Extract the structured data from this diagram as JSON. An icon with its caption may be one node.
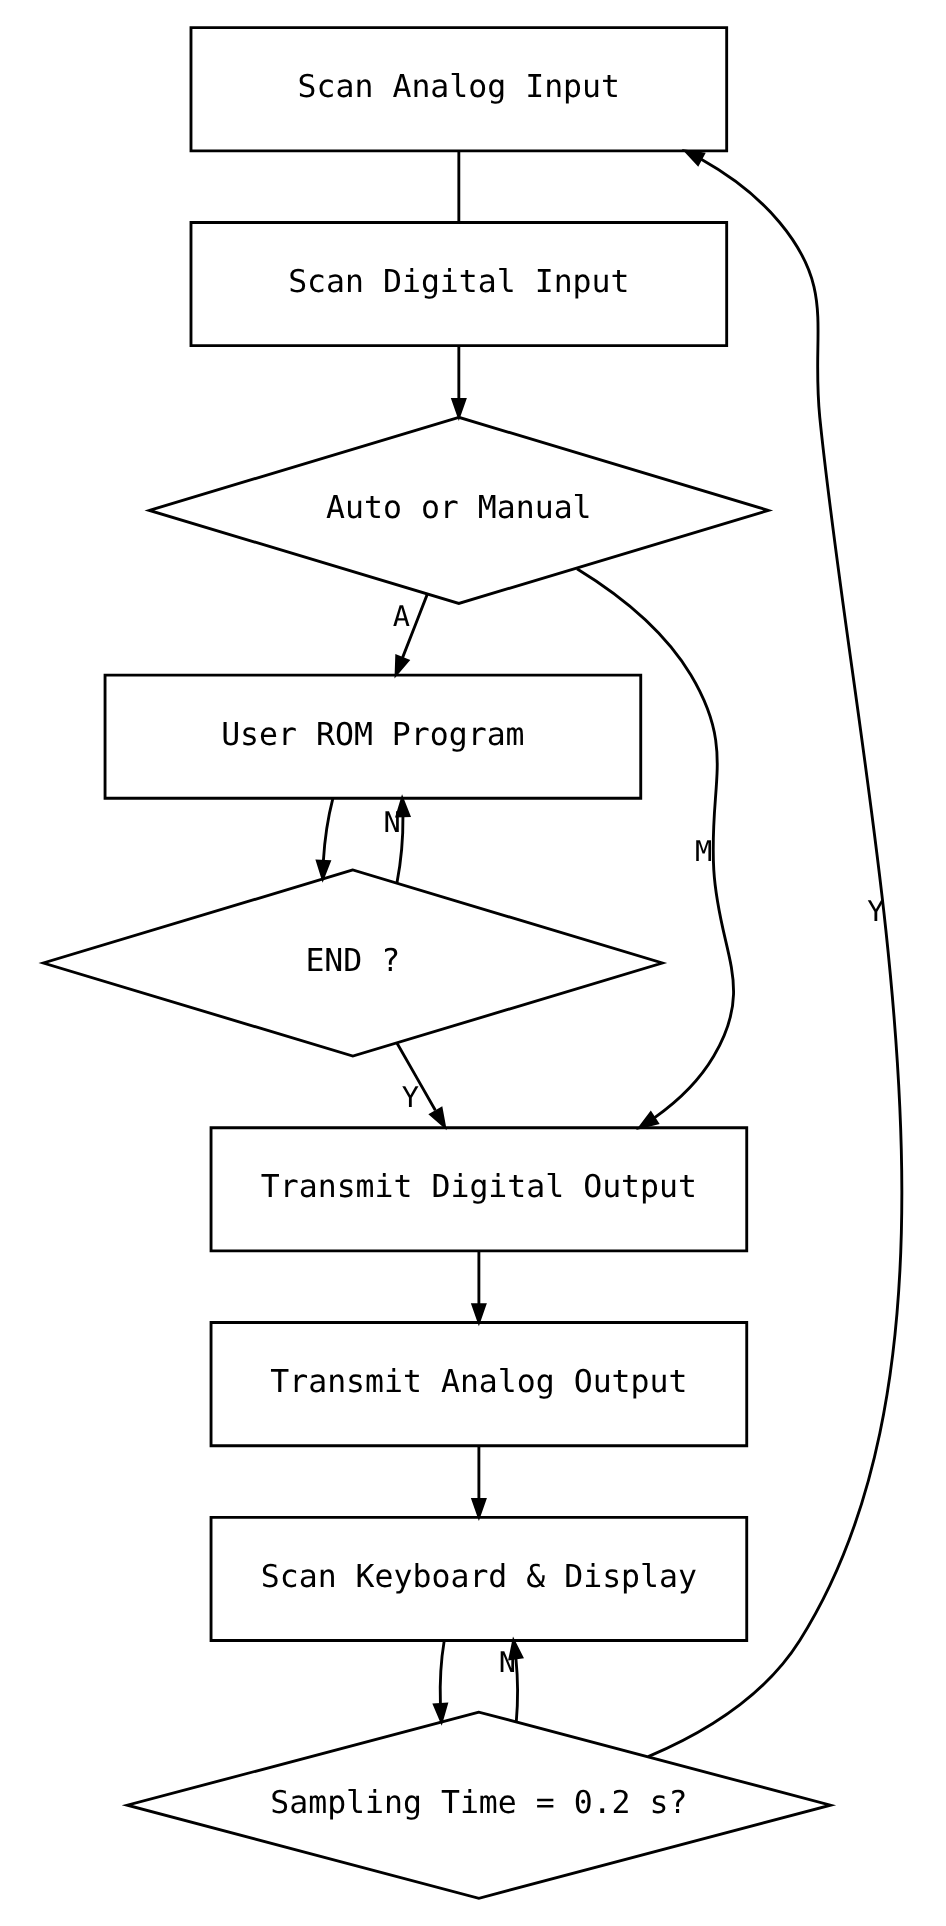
{
  "diagram": {
    "nodes": [
      {
        "text": [
          "Scan Analog Input"
        ]
      },
      {
        "text": [
          "Scan Digital Input"
        ]
      },
      {
        "text": [
          "Auto or Manual"
        ]
      },
      {
        "text": [
          "User ROM Program"
        ]
      },
      {
        "text": [
          "END ?"
        ]
      },
      {
        "text": [
          "Transmit Digital Output"
        ]
      },
      {
        "text": [
          "Transmit Analog Output"
        ]
      },
      {
        "text": [
          "Scan Keyboard & Display"
        ]
      },
      {
        "text": [
          "Sampling Time = 0.2 s?"
        ]
      }
    ],
    "edges": [
      {
        "from": 0,
        "to": 1,
        "arrow": "none"
      },
      {
        "from": 1,
        "to": 2,
        "arrow": "to"
      },
      {
        "from": 2,
        "to": 3,
        "arrow": "to",
        "label": "A"
      },
      {
        "from": 3,
        "to": 4,
        "arrow": "to"
      },
      {
        "from": 4,
        "to": 3,
        "arrow": "to",
        "label": "N"
      },
      {
        "from": 4,
        "to": 5,
        "arrow": "to",
        "label": "Y"
      },
      {
        "from": 2,
        "to": 5,
        "arrow": "to",
        "label": "M"
      },
      {
        "from": 5,
        "to": 6,
        "arrow": "to"
      },
      {
        "from": 6,
        "to": 7,
        "arrow": "to"
      },
      {
        "from": 7,
        "to": 8,
        "arrow": "to"
      },
      {
        "from": 8,
        "to": 7,
        "arrow": "to",
        "label": "N"
      },
      {
        "from": 8,
        "to": 0,
        "arrow": "to",
        "label": "Y"
      }
    ]
  }
}
